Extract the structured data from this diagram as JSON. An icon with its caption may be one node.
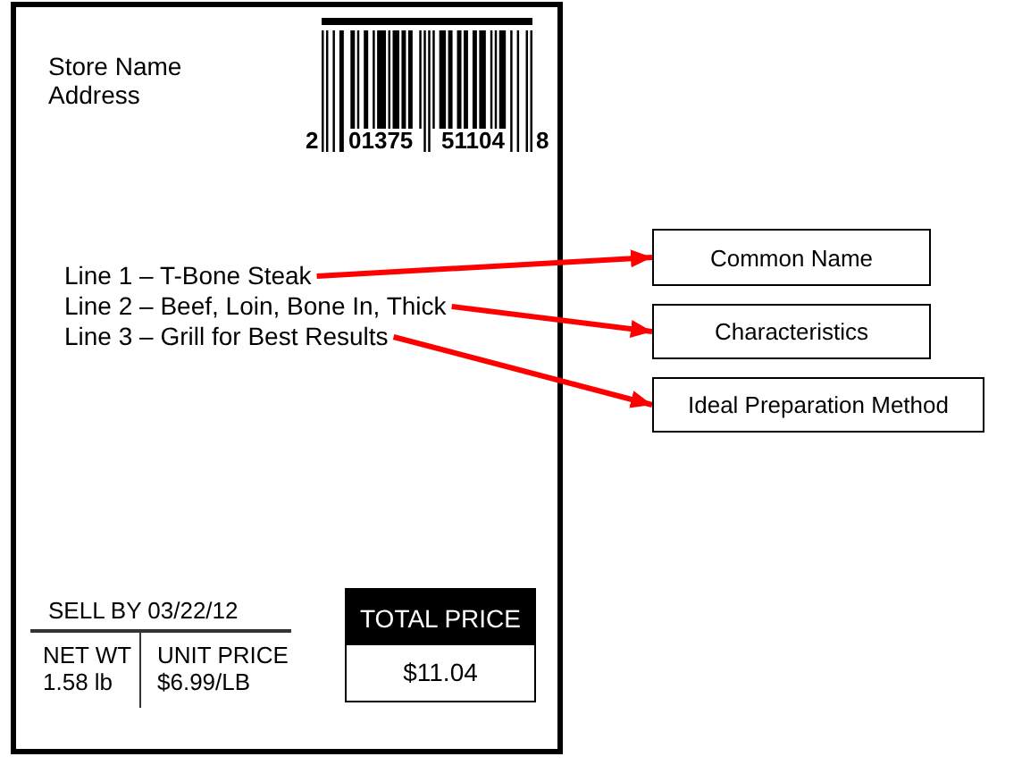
{
  "diagram": {
    "nodes": [
      {
        "text": [],
        "shape": "box"
      },
      {
        "text": [
          "Line 1 – T-Bone Steak"
        ],
        "in": 0
      },
      {
        "text": [
          "Line 2 – Beef, Loin, Bone In, Thick"
        ],
        "in": 0
      },
      {
        "text": [
          "Line 3 – Grill for Best Results"
        ],
        "in": 0
      },
      {
        "text": [
          "TOTAL PRICE",
          "$11.04"
        ],
        "in": 0
      },
      {
        "text": [
          "Common Name"
        ]
      },
      {
        "text": [
          "Characteristics"
        ]
      },
      {
        "text": [
          "Ideal Preparation Method"
        ]
      }
    ],
    "edges": [
      {
        "from": 1,
        "to": 5,
        "arrow": "to"
      },
      {
        "from": 2,
        "to": 6,
        "arrow": "to"
      },
      {
        "from": 3,
        "to": 7,
        "arrow": "to"
      }
    ],
    "labels": [
      "Store Name",
      "Address",
      "2",
      "01375",
      "51104",
      "8",
      "SELL BY 03/22/12",
      "NET WT",
      "UNIT PRICE",
      "1.58 lb",
      "$6.99/LB"
    ]
  }
}
